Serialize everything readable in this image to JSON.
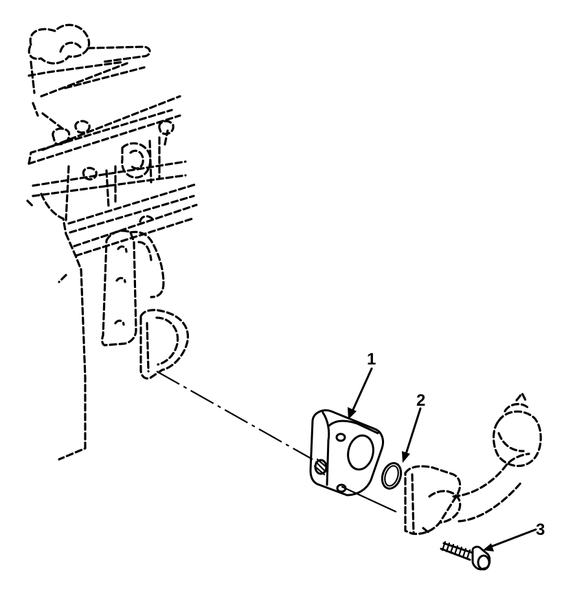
{
  "figure": {
    "callouts": [
      {
        "id": "callout-1",
        "number": "1"
      },
      {
        "id": "callout-2",
        "number": "2"
      },
      {
        "id": "callout-3",
        "number": "3"
      }
    ]
  },
  "colors": {
    "ink": "#000000",
    "paper": "#ffffff"
  }
}
